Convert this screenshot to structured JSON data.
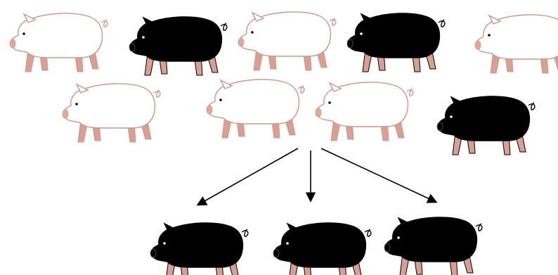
{
  "colors": {
    "background": "#ffffff",
    "white_pig_body": "#ffffff",
    "white_pig_outline": "#c79a8e",
    "black_pig_body": "#000000",
    "leg_pink": "#d9a092",
    "snout_pink": "#e8a596",
    "arrow": "#000000"
  },
  "parent_population": {
    "rows": [
      {
        "pigs": [
          {
            "color": "white"
          },
          {
            "color": "black"
          },
          {
            "color": "white"
          },
          {
            "color": "black"
          },
          {
            "color": "white"
          }
        ]
      },
      {
        "pigs": [
          {
            "color": "white"
          },
          {
            "color": "white"
          },
          {
            "color": "white"
          },
          {
            "color": "black"
          }
        ]
      }
    ]
  },
  "arrows": [
    {
      "direction": "down-left"
    },
    {
      "direction": "down"
    },
    {
      "direction": "down-right"
    }
  ],
  "offspring": {
    "pigs": [
      {
        "color": "black"
      },
      {
        "color": "black"
      },
      {
        "color": "black"
      }
    ]
  }
}
